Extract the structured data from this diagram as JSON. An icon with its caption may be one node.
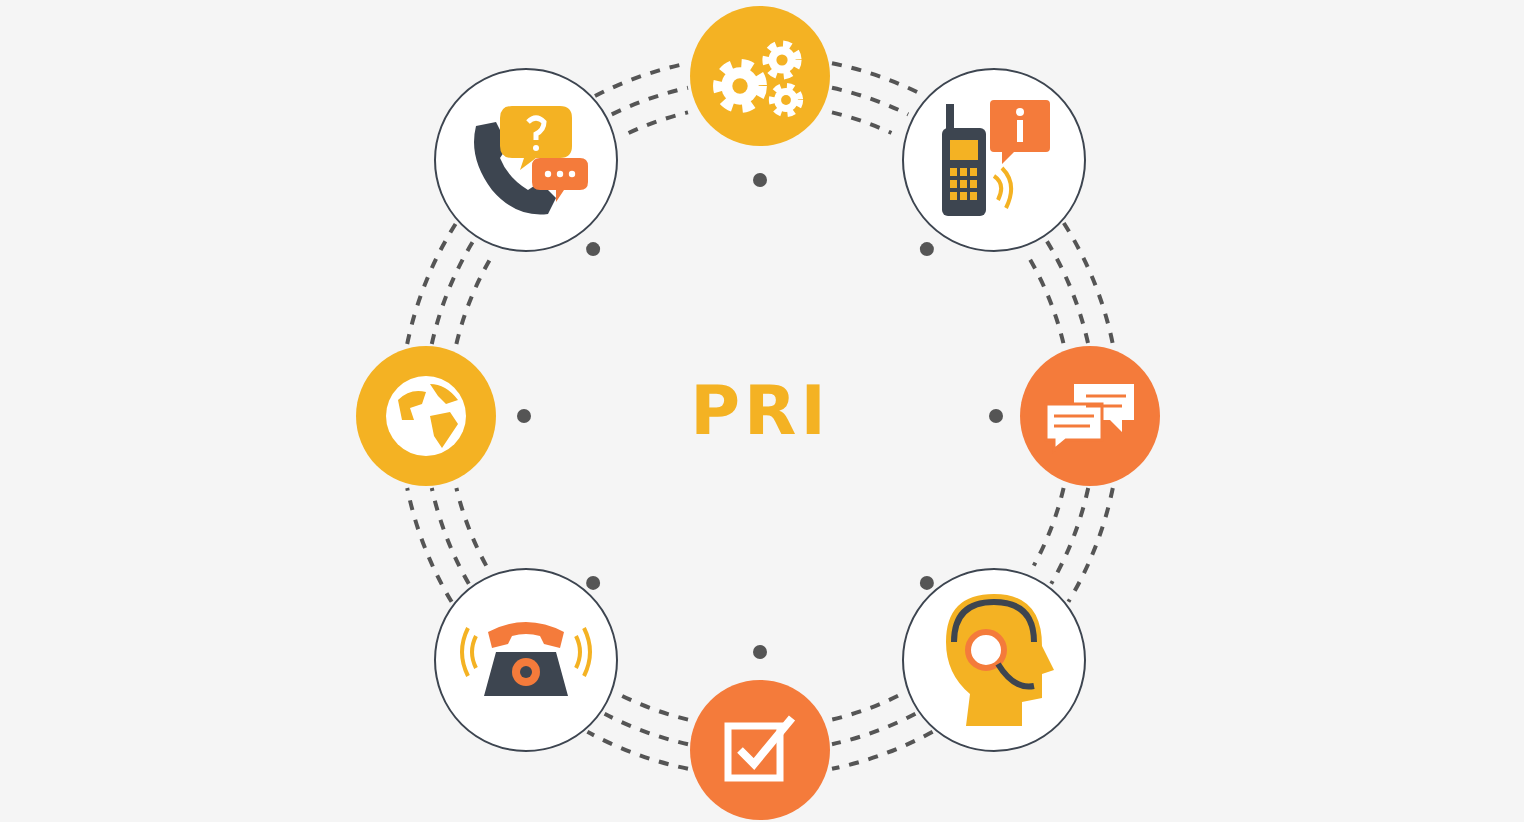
{
  "diagram": {
    "nodes": [
      {
        "text": [],
        "shape": "circle"
      },
      {
        "text": [],
        "shape": "circle"
      },
      {
        "text": [],
        "shape": "circle"
      },
      {
        "text": [],
        "shape": "circle"
      },
      {
        "text": [],
        "shape": "circle"
      },
      {
        "text": [],
        "shape": "circle"
      },
      {
        "text": [],
        "shape": "circle"
      },
      {
        "text": [],
        "shape": "circle"
      }
    ],
    "edges": [
      {
        "from": 0,
        "to": 2,
        "arrow": "none",
        "style": "dashed"
      },
      {
        "from": 0,
        "to": 2,
        "arrow": "none",
        "style": "dashed"
      },
      {
        "from": 0,
        "to": 2,
        "arrow": "none",
        "style": "dashed"
      },
      {
        "from": 2,
        "to": 4,
        "arrow": "none",
        "style": "dashed"
      },
      {
        "from": 2,
        "to": 4,
        "arrow": "none",
        "style": "dashed"
      },
      {
        "from": 2,
        "to": 4,
        "arrow": "none",
        "style": "dashed"
      },
      {
        "from": 4,
        "to": 6,
        "arrow": "none",
        "style": "dashed"
      },
      {
        "from": 4,
        "to": 6,
        "arrow": "none",
        "style": "dashed"
      },
      {
        "from": 4,
        "to": 6,
        "arrow": "none",
        "style": "dashed"
      },
      {
        "from": 6,
        "to": 7,
        "arrow": "none",
        "style": "dashed"
      },
      {
        "from": 6,
        "to": 7,
        "arrow": "none",
        "style": "dashed"
      },
      {
        "from": 6,
        "to": 7,
        "arrow": "none",
        "style": "dashed"
      },
      {
        "from": 7,
        "to": 5,
        "arrow": "none",
        "style": "dashed"
      },
      {
        "from": 7,
        "to": 5,
        "arrow": "none",
        "style": "dashed"
      },
      {
        "from": 7,
        "to": 5,
        "arrow": "none",
        "style": "dashed"
      },
      {
        "from": 5,
        "to": 3,
        "arrow": "none",
        "style": "dashed"
      },
      {
        "from": 5,
        "to": 3,
        "arrow": "none",
        "style": "dashed"
      },
      {
        "from": 5,
        "to": 3,
        "arrow": "none",
        "style": "dashed"
      },
      {
        "from": 3,
        "to": 1,
        "arrow": "none",
        "style": "dashed"
      },
      {
        "from": 3,
        "to": 1,
        "arrow": "none",
        "style": "dashed"
      },
      {
        "from": 3,
        "to": 1,
        "arrow": "none",
        "style": "dashed"
      },
      {
        "from": 1,
        "to": 0,
        "arrow": "none",
        "style": "dashed"
      },
      {
        "from": 1,
        "to": 0,
        "arrow": "none",
        "style": "dashed"
      },
      {
        "from": 1,
        "to": 0,
        "arrow": "none",
        "style": "dashed"
      }
    ],
    "labels": [
      "PRI"
    ]
  }
}
